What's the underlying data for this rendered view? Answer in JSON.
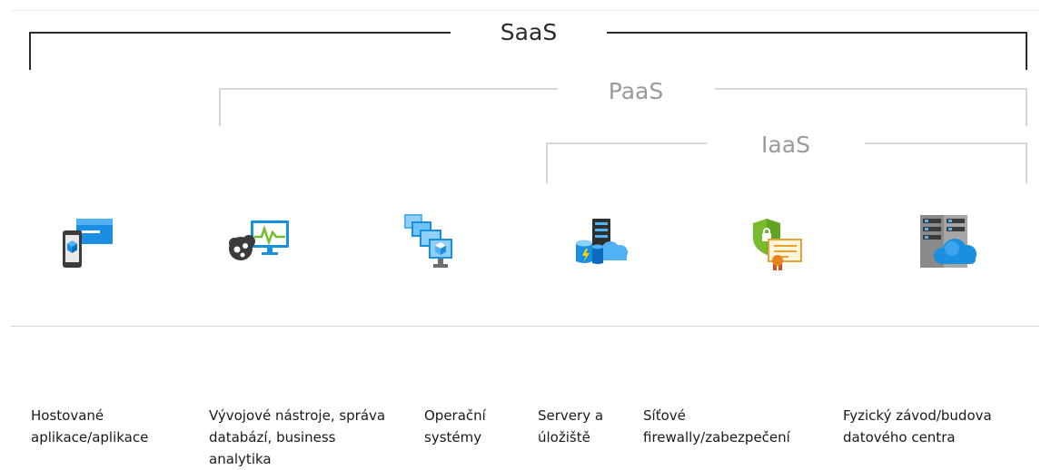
{
  "tiers": {
    "saas": "SaaS",
    "paas": "PaaS",
    "iaas": "IaaS"
  },
  "columns": [
    {
      "icon": "hosted-app-icon",
      "caption": [
        "Hostované",
        "aplikace/aplikace"
      ]
    },
    {
      "icon": "dev-tools-icon",
      "caption": [
        "Vývojové nástroje, správa",
        "databází, business",
        "analytika"
      ]
    },
    {
      "icon": "operating-systems-icon",
      "caption": [
        "Operační",
        "systémy"
      ]
    },
    {
      "icon": "servers-storage-icon",
      "caption": [
        "Servery a",
        "úložiště"
      ]
    },
    {
      "icon": "network-security-icon",
      "caption": [
        "Síťové",
        "firewally/zabezpečení"
      ]
    },
    {
      "icon": "datacenter-icon",
      "caption": [
        "Fyzický závod/budova",
        "datového centra"
      ]
    }
  ],
  "colors": {
    "saas_bracket": "#2b2b2b",
    "paas_bracket": "#c8c8c8",
    "iaas_bracket": "#c8c8c8",
    "divider": "#d2d2d2",
    "icon_blue": "#0078d4",
    "icon_green": "#76bc2d"
  }
}
